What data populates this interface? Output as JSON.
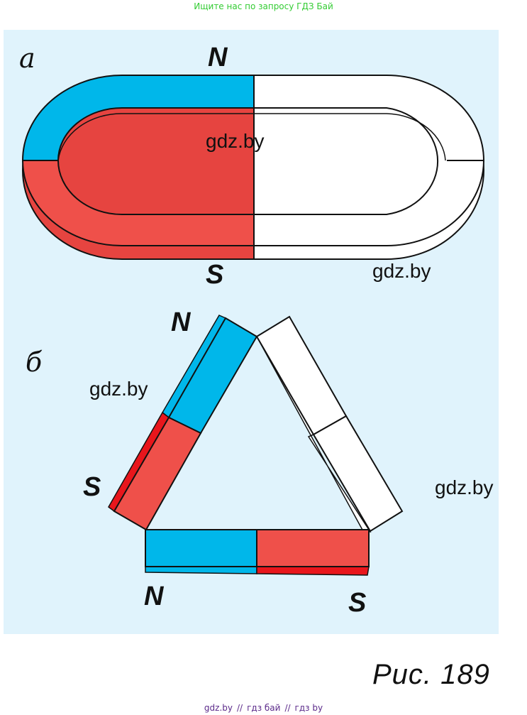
{
  "header": {
    "link_text": "Ищите нас по запросу ГДЗ Бай"
  },
  "figure": {
    "part_a_label": "а",
    "part_b_label": "б",
    "ring_n_label": "N",
    "ring_s_label": "S",
    "tri_left_n_label": "N",
    "tri_left_s_label": "S",
    "tri_bottom_n_label": "N",
    "tri_bottom_s_label": "S",
    "watermarks": [
      "gdz.by",
      "gdz.by",
      "gdz.by",
      "gdz.by"
    ],
    "colors": {
      "north": "#00b7ea",
      "south": "#ef504a",
      "neutral": "#ffffff",
      "background": "#e0f3fc"
    }
  },
  "caption": "Рис. 189",
  "footer": {
    "items": [
      "gdz.by",
      "гдз бай",
      "гдз by"
    ],
    "separator": "//"
  }
}
